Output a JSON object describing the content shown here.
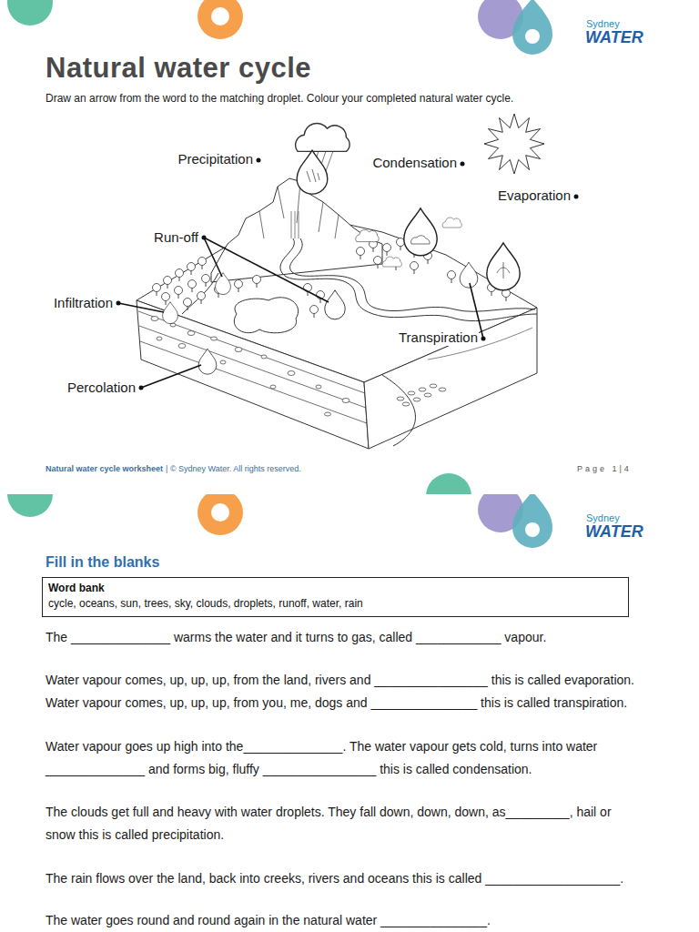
{
  "diagram": {
    "title": "Natural water cycle",
    "nodes": [
      {
        "text": [
          "Word bank",
          "cycle, oceans, sun, trees, sky, clouds, droplets, runoff, water, rain"
        ]
      }
    ],
    "labels": [
      "Draw an arrow from the word to the matching droplet. Colour your completed natural water cycle.",
      "Precipitation",
      "Condensation",
      "Evaporation",
      "Run-off",
      "Infiltration",
      "Transpiration",
      "Percolation",
      "Natural water cycle worksheet",
      "| © Sydney Water. All rights reserved.",
      "Page 1|4",
      "Sydney",
      "WATER",
      "Sydney",
      "WATER",
      "Fill in the blanks",
      "The ______________ warms the water and it turns to gas, called ____________ vapour.",
      "Water vapour comes, up, up, up, from the land, rivers and ________________ this is called evaporation.",
      "Water vapour comes, up, up, up, from you, me, dogs and _______________ this is called transpiration.",
      "Water vapour goes up high into the______________. The water vapour gets cold, turns into water ______________ and forms big, fluffy ________________ this is called condensation.",
      "The clouds get full and heavy with water droplets. They fall down, down, down, as_________, hail or snow this is called precipitation.",
      "The rain flows over the land, back into creeks, rivers and oceans this is called ___________________.",
      "The water goes round and round again in the natural water _______________."
    ]
  }
}
